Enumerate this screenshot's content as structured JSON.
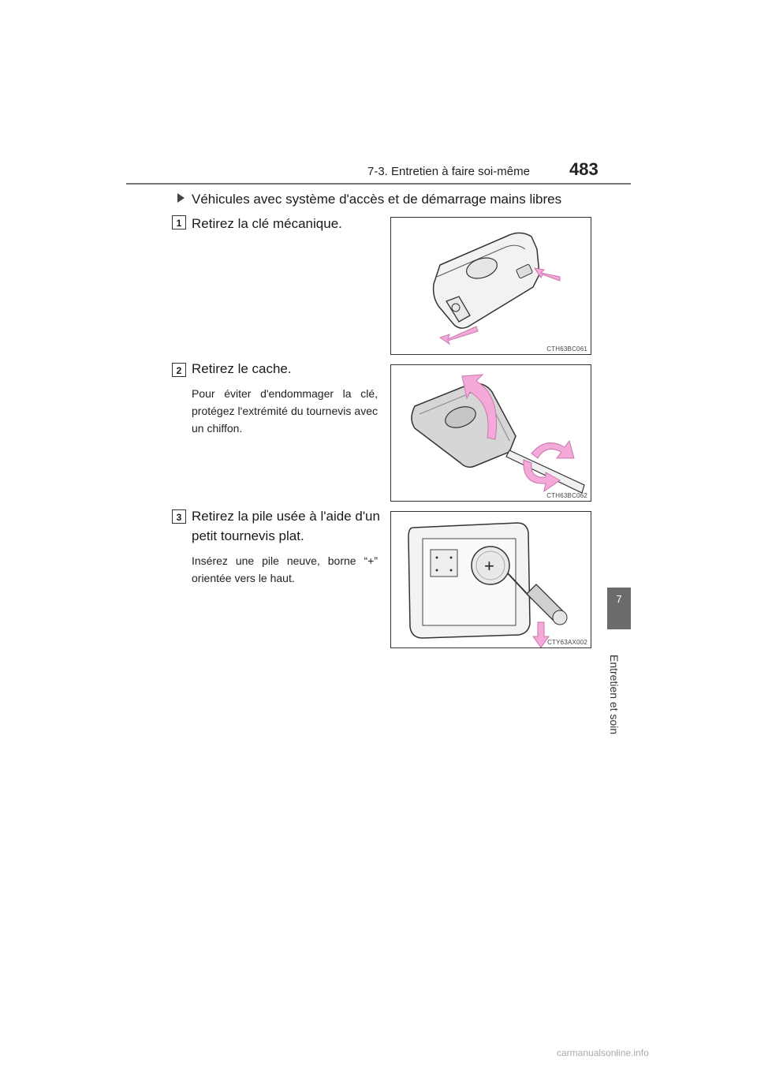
{
  "header": {
    "section_title": "7-3. Entretien à faire soi-même",
    "page_number": "483"
  },
  "side_tab": {
    "chapter_number": "7",
    "chapter_label": "Entretien et soin"
  },
  "section": {
    "heading": "Véhicules avec système d'accès et de démarrage mains libres"
  },
  "steps": [
    {
      "number": "1",
      "title": "Retirez la clé mécanique.",
      "note": "",
      "figure_code": "CTH63BC061"
    },
    {
      "number": "2",
      "title": "Retirez le cache.",
      "note": "Pour éviter d'endommager la clé, protégez l'extrémité du tournevis avec un chiffon.",
      "figure_code": "CTH63BC062"
    },
    {
      "number": "3",
      "title": "Retirez la pile usée à l'aide d'un petit tournevis plat.",
      "note": "Insérez une pile neuve, borne “+” orientée vers le haut.",
      "figure_code": "CTY63AX002",
      "battery_symbol": "+"
    }
  ],
  "colors": {
    "arrow_pink": "#f4a9d8",
    "tab_gray": "#6b6b6b",
    "rule_gray": "#777777"
  },
  "watermark": "carmanualsonline.info"
}
